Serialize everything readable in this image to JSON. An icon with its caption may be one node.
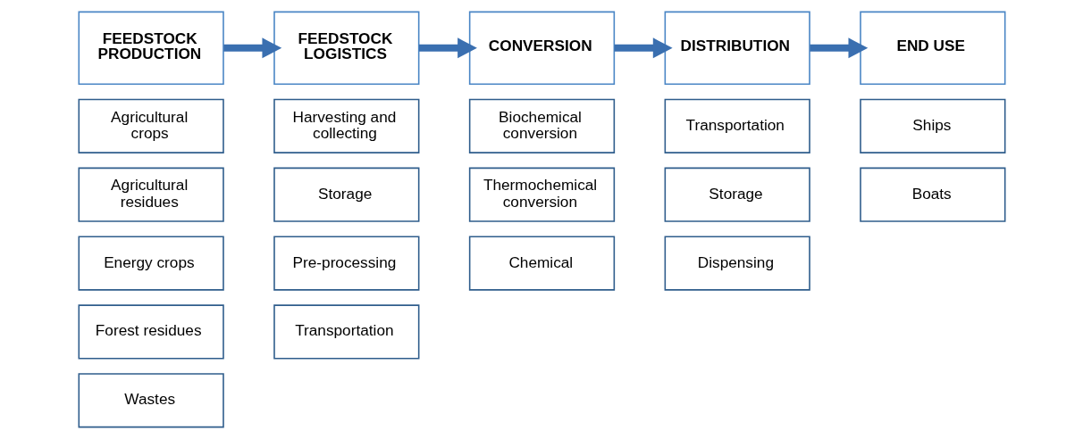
{
  "diagram": {
    "nodes": [
      {
        "text": [
          "FEEDSTOCK PRODUCTION"
        ]
      },
      {
        "text": [
          "Agricultural crops"
        ]
      },
      {
        "text": [
          "Agricultural residues"
        ]
      },
      {
        "text": [
          "Energy crops"
        ]
      },
      {
        "text": [
          "Forest residues"
        ]
      },
      {
        "text": [
          "Wastes"
        ]
      },
      {
        "text": [
          "FEEDSTOCK LOGISTICS"
        ]
      },
      {
        "text": [
          "Harvesting and collecting"
        ]
      },
      {
        "text": [
          "Storage"
        ]
      },
      {
        "text": [
          "Pre-processing"
        ]
      },
      {
        "text": [
          "Transportation"
        ]
      },
      {
        "text": [
          "CONVERSION"
        ]
      },
      {
        "text": [
          "Biochemical conversion"
        ]
      },
      {
        "text": [
          "Thermochemical conversion"
        ]
      },
      {
        "text": [
          "Chemical"
        ]
      },
      {
        "text": [
          "DISTRIBUTION"
        ]
      },
      {
        "text": [
          "Transportation"
        ]
      },
      {
        "text": [
          "Storage"
        ]
      },
      {
        "text": [
          "Dispensing"
        ]
      },
      {
        "text": [
          "END USE"
        ]
      },
      {
        "text": [
          "Ships"
        ]
      },
      {
        "text": [
          "Boats"
        ]
      }
    ],
    "edges": [
      {
        "from": 0,
        "to": 6,
        "arrow": "to"
      },
      {
        "from": 6,
        "to": 11,
        "arrow": "to"
      },
      {
        "from": 11,
        "to": 15,
        "arrow": "to"
      },
      {
        "from": 15,
        "to": 19,
        "arrow": "to"
      }
    ]
  }
}
